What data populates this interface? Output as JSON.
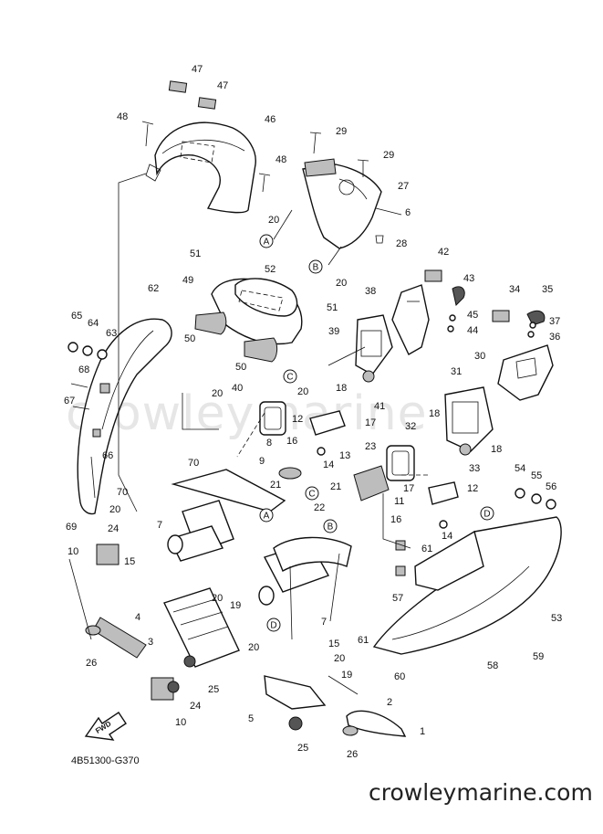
{
  "diagram": {
    "code": "4B51300-G370",
    "brand": "crowleymarine.com",
    "watermark": "crowleymarine",
    "fwd_label": "FWD",
    "callouts": [
      {
        "id": "c47a",
        "label": "47"
      },
      {
        "id": "c47b",
        "label": "47"
      },
      {
        "id": "c46",
        "label": "46"
      },
      {
        "id": "c48a",
        "label": "48"
      },
      {
        "id": "c48b",
        "label": "48"
      },
      {
        "id": "c29a",
        "label": "29"
      },
      {
        "id": "c29b",
        "label": "29"
      },
      {
        "id": "c27",
        "label": "27"
      },
      {
        "id": "c6",
        "label": "6"
      },
      {
        "id": "c28",
        "label": "28"
      },
      {
        "id": "c20a",
        "label": "20"
      },
      {
        "id": "c20b",
        "label": "20"
      },
      {
        "id": "c51a",
        "label": "51"
      },
      {
        "id": "c52",
        "label": "52"
      },
      {
        "id": "c49",
        "label": "49"
      },
      {
        "id": "c51b",
        "label": "51"
      },
      {
        "id": "c42",
        "label": "42"
      },
      {
        "id": "c43",
        "label": "43"
      },
      {
        "id": "c45",
        "label": "45"
      },
      {
        "id": "c44",
        "label": "44"
      },
      {
        "id": "c34",
        "label": "34"
      },
      {
        "id": "c35",
        "label": "35"
      },
      {
        "id": "c37",
        "label": "37"
      },
      {
        "id": "c36",
        "label": "36"
      },
      {
        "id": "c38",
        "label": "38"
      },
      {
        "id": "c62",
        "label": "62"
      },
      {
        "id": "c65",
        "label": "65"
      },
      {
        "id": "c64",
        "label": "64"
      },
      {
        "id": "c63",
        "label": "63"
      },
      {
        "id": "c50a",
        "label": "50"
      },
      {
        "id": "c50b",
        "label": "50"
      },
      {
        "id": "c39",
        "label": "39"
      },
      {
        "id": "c30",
        "label": "30"
      },
      {
        "id": "c68",
        "label": "68"
      },
      {
        "id": "c67",
        "label": "67"
      },
      {
        "id": "c20c",
        "label": "20"
      },
      {
        "id": "c20d",
        "label": "20"
      },
      {
        "id": "c40",
        "label": "40"
      },
      {
        "id": "c18a",
        "label": "18"
      },
      {
        "id": "c41",
        "label": "41"
      },
      {
        "id": "c31",
        "label": "31"
      },
      {
        "id": "c12a",
        "label": "12"
      },
      {
        "id": "c17a",
        "label": "17"
      },
      {
        "id": "c16a",
        "label": "16"
      },
      {
        "id": "c13",
        "label": "13"
      },
      {
        "id": "c14a",
        "label": "14"
      },
      {
        "id": "c32",
        "label": "32"
      },
      {
        "id": "c18b",
        "label": "18"
      },
      {
        "id": "c18c",
        "label": "18"
      },
      {
        "id": "c33",
        "label": "33"
      },
      {
        "id": "c66",
        "label": "66"
      },
      {
        "id": "c8",
        "label": "8"
      },
      {
        "id": "c9",
        "label": "9"
      },
      {
        "id": "c23",
        "label": "23"
      },
      {
        "id": "c70a",
        "label": "70"
      },
      {
        "id": "c70b",
        "label": "70"
      },
      {
        "id": "c21a",
        "label": "21"
      },
      {
        "id": "c54",
        "label": "54"
      },
      {
        "id": "c55",
        "label": "55"
      },
      {
        "id": "c56",
        "label": "56"
      },
      {
        "id": "c17b",
        "label": "17"
      },
      {
        "id": "c12b",
        "label": "12"
      },
      {
        "id": "c11",
        "label": "11"
      },
      {
        "id": "c21b",
        "label": "21"
      },
      {
        "id": "c22",
        "label": "22"
      },
      {
        "id": "c16b",
        "label": "16"
      },
      {
        "id": "c20e",
        "label": "20"
      },
      {
        "id": "c7a",
        "label": "7"
      },
      {
        "id": "c69",
        "label": "69"
      },
      {
        "id": "c24a",
        "label": "24"
      },
      {
        "id": "c14b",
        "label": "14"
      },
      {
        "id": "c10a",
        "label": "10"
      },
      {
        "id": "c15a",
        "label": "15"
      },
      {
        "id": "c61a",
        "label": "61"
      },
      {
        "id": "c57",
        "label": "57"
      },
      {
        "id": "c53",
        "label": "53"
      },
      {
        "id": "c20f",
        "label": "20"
      },
      {
        "id": "c19a",
        "label": "19"
      },
      {
        "id": "c4",
        "label": "4"
      },
      {
        "id": "c7b",
        "label": "7"
      },
      {
        "id": "c3",
        "label": "3"
      },
      {
        "id": "c20g",
        "label": "20"
      },
      {
        "id": "c26a",
        "label": "26"
      },
      {
        "id": "c61b",
        "label": "61"
      },
      {
        "id": "c15b",
        "label": "15"
      },
      {
        "id": "c20h",
        "label": "20"
      },
      {
        "id": "c58",
        "label": "58"
      },
      {
        "id": "c59",
        "label": "59"
      },
      {
        "id": "c25a",
        "label": "25"
      },
      {
        "id": "c19b",
        "label": "19"
      },
      {
        "id": "c60",
        "label": "60"
      },
      {
        "id": "c24b",
        "label": "24"
      },
      {
        "id": "c5",
        "label": "5"
      },
      {
        "id": "c2",
        "label": "2"
      },
      {
        "id": "c10b",
        "label": "10"
      },
      {
        "id": "c1",
        "label": "1"
      },
      {
        "id": "c25b",
        "label": "25"
      },
      {
        "id": "c26b",
        "label": "26"
      }
    ],
    "circle_refs": [
      {
        "id": "rA1",
        "label": "A"
      },
      {
        "id": "rB1",
        "label": "B"
      },
      {
        "id": "rC1",
        "label": "C"
      },
      {
        "id": "rD1",
        "label": "D"
      },
      {
        "id": "rA2",
        "label": "A"
      },
      {
        "id": "rB2",
        "label": "B"
      },
      {
        "id": "rC2",
        "label": "C"
      },
      {
        "id": "rD2",
        "label": "D"
      }
    ]
  }
}
